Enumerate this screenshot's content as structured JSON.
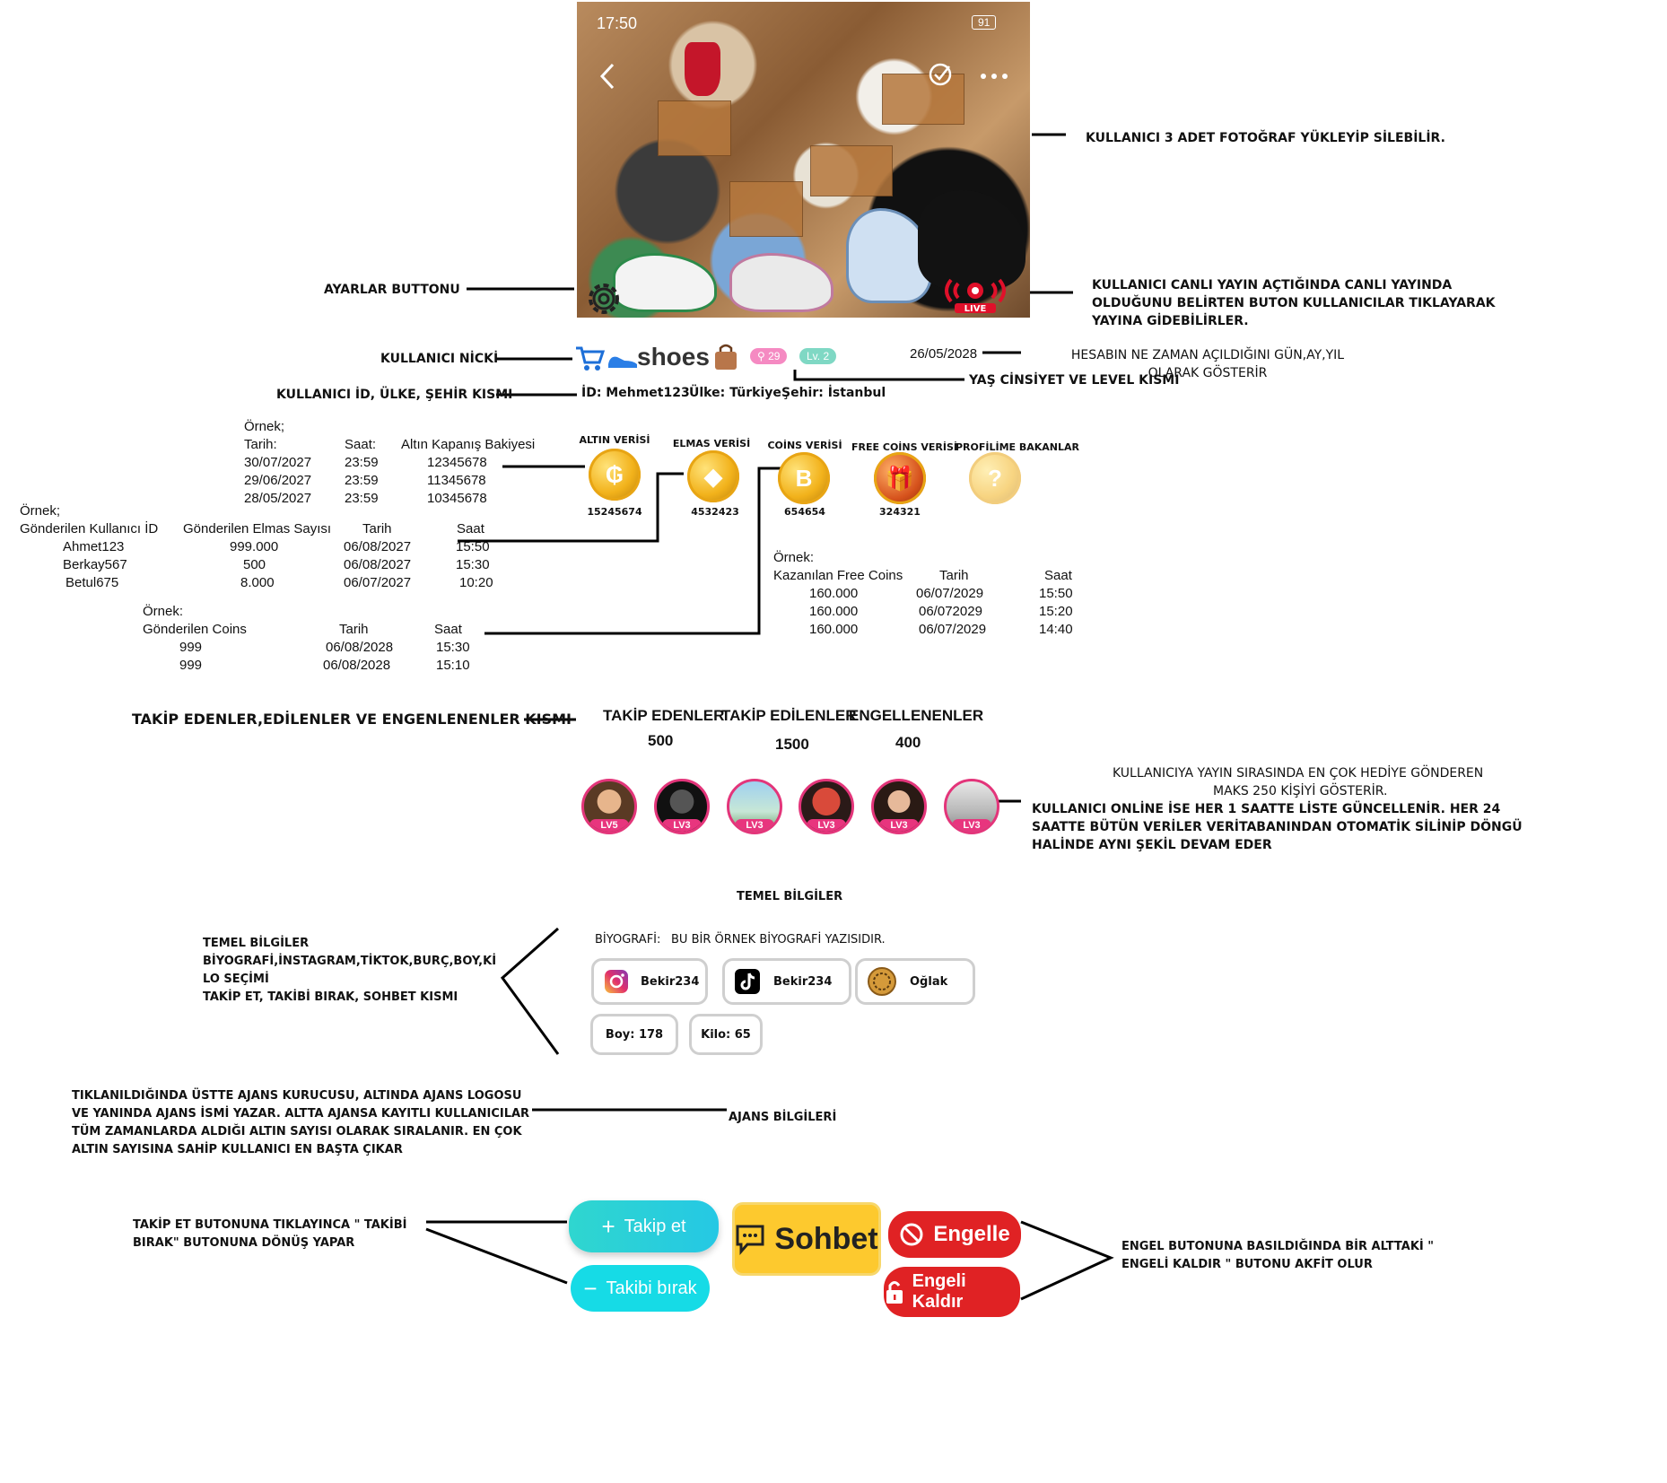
{
  "photo": {
    "time": "17:50",
    "battery": "91"
  },
  "profile": {
    "nick": "shoes",
    "age_badge": "29",
    "level_badge": "Lv. 2",
    "created_date": "26/05/2028",
    "id_text": "İD: Mehmet123",
    "country_text": "Ülke: Türkiye",
    "city_text": "Şehir: İstanbul"
  },
  "currencies": {
    "gold": {
      "label": "ALTIN VERİSİ",
      "value": "15245674"
    },
    "diamond": {
      "label": "ELMAS VERİSİ",
      "value": "4532423"
    },
    "coins": {
      "label": "COİNS VERİSİ",
      "value": "654654"
    },
    "free_coins": {
      "label": "FREE COİNS VERİSİ",
      "value": "324321"
    },
    "viewers": {
      "label": "PROFİLİME BAKANLAR"
    }
  },
  "gold_example": {
    "title": "Örnek;",
    "h_date": "Tarih:",
    "h_time": "Saat:",
    "h_balance": "Altın Kapanış Bakiyesi",
    "rows": [
      {
        "date": "30/07/2027",
        "time": "23:59",
        "balance": "12345678"
      },
      {
        "date": "29/06/2027",
        "time": "23:59",
        "balance": "11345678"
      },
      {
        "date": "28/05/2027",
        "time": "23:59",
        "balance": "10345678"
      }
    ]
  },
  "diamond_example": {
    "title": "Örnek;",
    "h_user": "Gönderilen Kullanıcı İD",
    "h_amount": "Gönderilen Elmas  Sayısı",
    "h_date": "Tarih",
    "h_time": "Saat",
    "rows": [
      {
        "user": "Ahmet123",
        "amount": "999.000",
        "date": "06/08/2027",
        "time": "15:50"
      },
      {
        "user": "Berkay567",
        "amount": "500",
        "date": "06/08/2027",
        "time": "15:30"
      },
      {
        "user": "Betul675",
        "amount": "8.000",
        "date": "06/07/2027",
        "time": "10:20"
      }
    ]
  },
  "coins_example": {
    "title": "Örnek:",
    "h_coins": "Gönderilen Coins",
    "h_date": "Tarih",
    "h_time": "Saat",
    "rows": [
      {
        "coins": "999",
        "date": "06/08/2028",
        "time": "15:30"
      },
      {
        "coins": "999",
        "date": "06/08/2028",
        "time": "15:10"
      }
    ]
  },
  "free_coins_example": {
    "title": "Örnek:",
    "h_coins": "Kazanılan Free Coins",
    "h_date": "Tarih",
    "h_time": "Saat",
    "rows": [
      {
        "coins": "160.000",
        "date": "06/07/2029",
        "time": "15:50"
      },
      {
        "coins": "160.000",
        "date": "06/072029",
        "time": "15:20"
      },
      {
        "coins": "160.000",
        "date": "06/07/2029",
        "time": "14:40"
      }
    ]
  },
  "follow_stats": {
    "followers_label": "TAKİP EDENLER",
    "following_label": "TAKİP EDİLENLER",
    "blocked_label": "ENGELLENENLER",
    "followers": "500",
    "following": "1500",
    "blocked": "400"
  },
  "top_gifters": [
    "LV5",
    "LV3",
    "LV3",
    "LV3",
    "LV3",
    "LV3"
  ],
  "basic_info": {
    "title": "TEMEL BİLGİLER",
    "bio_label": "BİYOGRAFİ:",
    "bio_text": "BU BİR ÖRNEK BİYOGRAFİ YAZISIDIR.",
    "instagram": "Bekir234",
    "tiktok": "Bekir234",
    "zodiac": "Oğlak",
    "height": "Boy: 178",
    "weight": "Kilo: 65"
  },
  "buttons": {
    "follow": "Takip et",
    "unfollow": "Takibi bırak",
    "chat": "Sohbet",
    "block": "Engelle",
    "unblock": "Engeli Kaldır"
  },
  "annotations": {
    "photos": "KULLANICI 3 ADET FOTOĞRAF YÜKLEYİP SİLEBİLİR.",
    "settings": "AYARLAR BUTTONU",
    "live": "KULLANICI CANLI YAYIN AÇTIĞINDA CANLI YAYINDA OLDUĞUNU BELİRTEN BUTON KULLANICILAR TIKLAYARAK YAYINA GİDEBİLİRLER.",
    "nick": "KULLANICI NİCKİ",
    "created": "HESABIN NE ZAMAN AÇILDIĞINI GÜN,AY,YIL OLARAK GÖSTERİR",
    "id_row": "KULLANICI İD, ÜLKE, ŞEHİR KISMI",
    "age_level": "YAŞ CİNSİYET VE LEVEL KISMI",
    "follow_section": "TAKİP EDENLER,EDİLENLER VE ENGENLENENLER KISMI",
    "gifters_1": "KULLANICIYA YAYIN SIRASINDA EN ÇOK HEDİYE GÖNDEREN",
    "gifters_2": "MAKS 250 KİŞİYİ GÖSTERİR.",
    "gifters_3": "KULLANICI ONLİNE İSE HER 1 SAATTE LİSTE GÜNCELLENİR. HER 24 SAATTE BÜTÜN VERİLER VERİTABANINDAN OTOMATİK SİLİNİP DÖNGÜ HALİNDE AYNI ŞEKİL DEVAM EDER",
    "basic_1": "TEMEL BİLGİLER",
    "basic_2": "BİYOGRAFİ,İNSTAGRAM,TİKTOK,BURÇ,BOY,Kİ",
    "basic_3": "LO SEÇİMİ",
    "basic_4": "TAKİP ET, TAKİBİ BIRAK, SOHBET  KISMI",
    "agency_note": "TIKLANILDIĞINDA ÜSTTE AJANS KURUCUSU, ALTINDA AJANS LOGOSU  VE YANINDA  AJANS İSMİ YAZAR.   ALTTA AJANSA KAYITLI  KULLANICILAR  TÜM ZAMANLARDA ALDIĞI ALTIN SAYISI OLARAK SIRALANIR.  EN ÇOK  ALTIN SAYISINA SAHİP KULLANICI EN BAŞTA ÇIKAR",
    "agency_label": "AJANS BİLGİLERİ",
    "follow_note": "TAKİP ET BUTONUNA TIKLAYINCA    \" TAKİBİ BIRAK\" BUTONUNA DÖNÜŞ YAPAR",
    "block_note": "ENGEL BUTONUNA BASILDIĞINDA  BİR ALTTAKİ  \" ENGELİ KALDIR \" BUTONU AKFİT OLUR"
  },
  "colors": {
    "live_red": "#e0102a",
    "accent_cyan": "#2fd6cf",
    "chat_yellow": "#fdc92e",
    "block_red": "#e02224",
    "avatar_pink": "#e3357a"
  },
  "icons": [
    "back-arrow-icon",
    "check-circle-icon",
    "more-icon",
    "gear-icon",
    "live-icon",
    "cart-icon",
    "shoe-icon",
    "bag-icon",
    "instagram-icon",
    "tiktok-icon",
    "zodiac-icon",
    "plus-icon",
    "minus-icon",
    "chat-icon",
    "block-icon",
    "lock-icon"
  ]
}
